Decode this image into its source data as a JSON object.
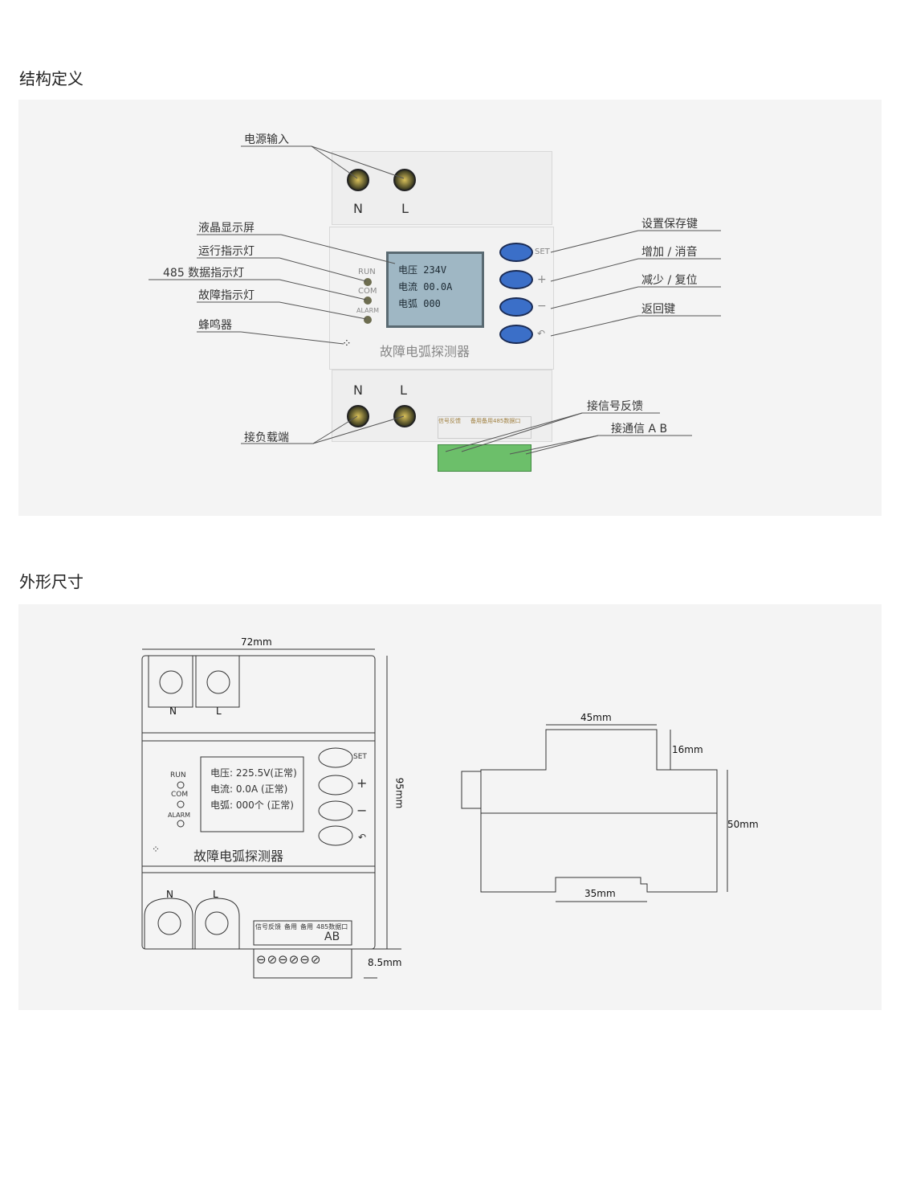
{
  "sections": {
    "structure_title": "结构定义",
    "dimension_title": "外形尺寸"
  },
  "device": {
    "name": "故障电弧探测器",
    "terminals_top": [
      "N",
      "L"
    ],
    "terminals_bottom": [
      "N",
      "L"
    ],
    "leds": [
      "RUN",
      "COM",
      "ALARM"
    ],
    "lcd": [
      "电压 234V",
      "电流 00.0A",
      "电弧 000"
    ],
    "buttons": [
      "SET",
      "+",
      "−",
      "↶"
    ],
    "terminal_labels": [
      "信号反馈",
      "备用",
      "备用",
      "485数据口",
      "A B"
    ]
  },
  "callouts": {
    "power_in": "电源输入",
    "lcd": "液晶显示屏",
    "run_led": "运行指示灯",
    "data_led": "485 数据指示灯",
    "fault_led": "故障指示灯",
    "buzzer": "蜂鸣器",
    "load": "接负载端",
    "set": "设置保存键",
    "plus": "增加 / 消音",
    "minus": "减少 / 复位",
    "back": "返回键",
    "signal": "接信号反馈",
    "comm": "接通信 A B"
  },
  "drawing": {
    "width": "72mm",
    "height": "95mm",
    "terminal": "8.5mm",
    "lcd": [
      "电压: 225.5V(正常)",
      "电流: 0.0A   (正常)",
      "电弧: 000个 (正常)"
    ],
    "side_top": "45mm",
    "side_step": "16mm",
    "side_height": "50mm",
    "side_rail": "35mm",
    "ab": "AB"
  }
}
